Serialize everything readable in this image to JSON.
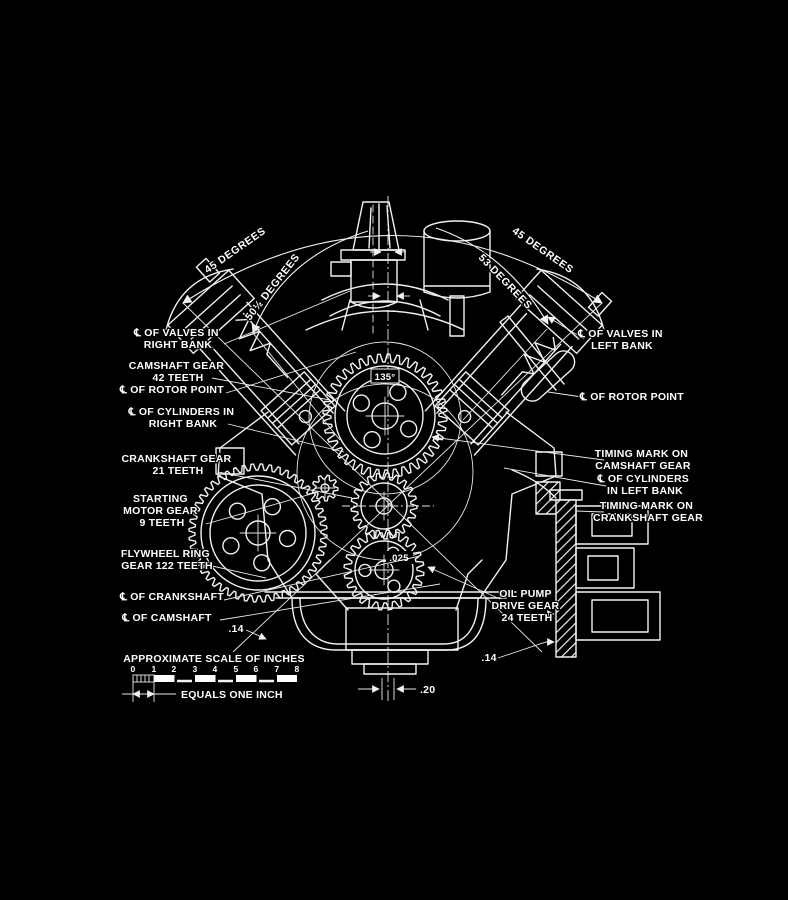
{
  "colors": {
    "background": "#000000",
    "ink": "#f2f2f2"
  },
  "angles": {
    "outer_left": "45 DEGREES",
    "inner_left": "50½ DEGREES",
    "inner_right": "53 DEGREES",
    "outer_right": "45 DEGREES"
  },
  "labels_left": {
    "valves_right": [
      "℄ OF VALVES IN",
      "RIGHT BANK"
    ],
    "camshaft_gear": [
      "CAMSHAFT GEAR",
      "42 TEETH"
    ],
    "rotor_point": [
      "℄ OF ROTOR POINT"
    ],
    "cylinders_right": [
      "℄ OF CYLINDERS IN",
      "RIGHT BANK"
    ],
    "crankshaft_gear": [
      "CRANKSHAFT GEAR",
      "21 TEETH"
    ],
    "starting_motor": [
      "STARTING",
      "MOTOR GEAR",
      "9 TEETH"
    ],
    "flywheel": [
      "FLYWHEEL RING",
      "GEAR 122 TEETH"
    ],
    "cl_crankshaft": [
      "℄ OF CRANKSHAFT"
    ],
    "cl_camshaft": [
      "℄ OF CAMSHAFT"
    ],
    "dim_14": [
      ".14"
    ]
  },
  "labels_right": {
    "valves_left": [
      "℄ OF VALVES IN",
      "LEFT BANK"
    ],
    "rotor_point": [
      "℄ OF ROTOR POINT"
    ],
    "timing_camshaft": [
      "TIMING MARK ON",
      "CAMSHAFT GEAR"
    ],
    "cylinders_left": [
      "℄ OF CYLINDERS",
      "IN LEFT BANK"
    ],
    "timing_crankshaft": [
      "TIMING MARK ON",
      "CRANKSHAFT GEAR"
    ],
    "oil_pump": [
      "OIL PUMP",
      "DRIVE GEAR",
      "24 TEETH"
    ],
    "dim_14": [
      ".14"
    ]
  },
  "measurements": {
    "camshaft_lash": "135°",
    "oil_pump_lash": ".025",
    "pan_dim": ".20"
  },
  "scale": {
    "title": "APPROXIMATE SCALE OF INCHES",
    "ticks": [
      "0",
      "1",
      "2",
      "3",
      "4",
      "5",
      "6",
      "7",
      "8"
    ],
    "legend": "EQUALS ONE INCH"
  },
  "gears": {
    "camshaft_teeth": 42,
    "crankshaft_teeth": 21,
    "starting_motor_teeth": 9,
    "flywheel_teeth": 122,
    "oil_pump_teeth": 24
  }
}
